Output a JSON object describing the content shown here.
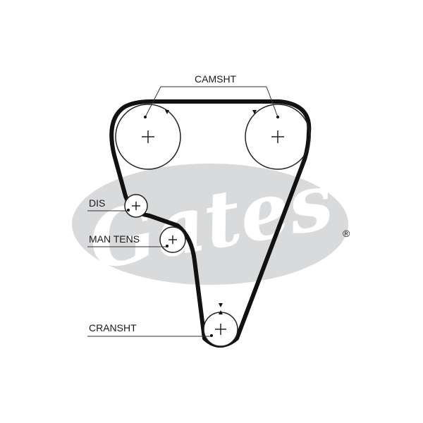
{
  "watermark": {
    "brand_text": "Gates",
    "registered_mark": "®",
    "oval_color": "#d9dadc",
    "letter_color": "#ffffff"
  },
  "diagram": {
    "belt_color": "#111111",
    "line_color": "#333333",
    "labels": {
      "camshaft": "CAMSHT",
      "distributor": "DIS",
      "manual_tensioner": "MAN TENS",
      "crankshaft": "CRANSHT"
    },
    "center_mark": "+"
  }
}
